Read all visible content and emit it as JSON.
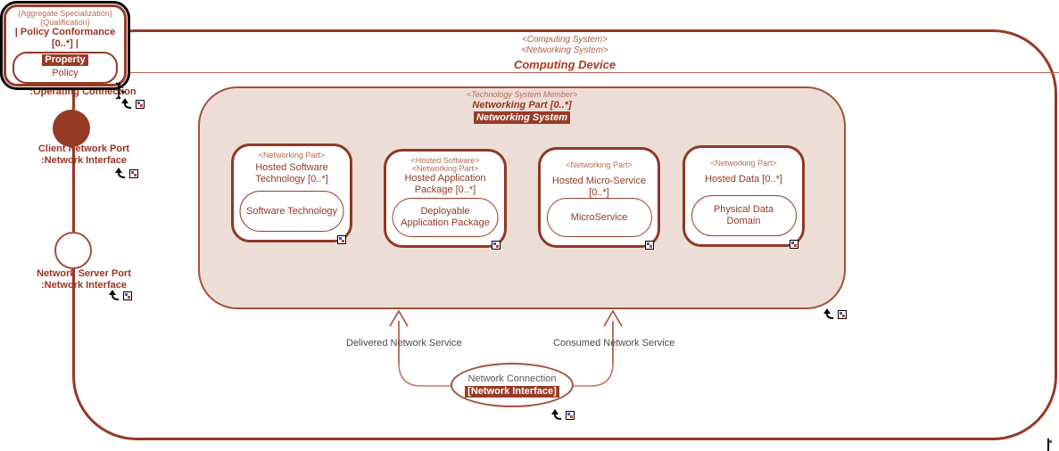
{
  "colors": {
    "border_dark_red": "#963a26",
    "text_dark_red": "#9a3422",
    "stereotype_red": "#b86c52",
    "highlight_bg": "#9a3a26",
    "container_fill": "#ecded6",
    "connector_line": "#c07a60",
    "gray_label": "#4a4a4a"
  },
  "property_box": {
    "stereotype1": "{Aggregate Specialization}",
    "stereotype2": "{Qualification}",
    "qualification": "| Policy Conformance [0..*] |",
    "highlight": "Property",
    "name": "Policy"
  },
  "operating_connection_label": ":Operating Connection",
  "ports": [
    {
      "name": "Client Network Port",
      "type": ":Network Interface",
      "kind": "filled"
    },
    {
      "name": "Network Server Port",
      "type": ":Network Interface",
      "kind": "open"
    }
  ],
  "computing_device": {
    "stereotype1": "<Computing System>",
    "stereotype2": "<Networking System>",
    "name": "Computing Device"
  },
  "networking_system": {
    "stereotype": "<Technology System Member>",
    "role": "Networking Part [0..*]",
    "name": "Networking System"
  },
  "parts": [
    {
      "stereotypes": [
        "<Networking Part>"
      ],
      "name": "Hosted Software Technology [0..*]",
      "inner": "Software Technology"
    },
    {
      "stereotypes": [
        "<Hosted Software>",
        "<Networking Part>"
      ],
      "name": "Hosted Application Package [0..*]",
      "inner": "Deployable Application Package"
    },
    {
      "stereotypes": [
        "<Networking Part>"
      ],
      "name": "Hosted Micro-Service [0..*]",
      "inner": "MicroService"
    },
    {
      "stereotypes": [
        "<Networking Part>"
      ],
      "name": "Hosted Data [0..*]",
      "inner": "Physical Data Domain"
    }
  ],
  "connection": {
    "name": "Network Connection",
    "highlight": "[Network Interface]",
    "left_label": "Delivered Network Service",
    "right_label": "Consumed Network Service"
  },
  "icons": {
    "goto_arrow": "bent-navigate-arrow",
    "marker_square": "dotted-square-badge",
    "text_cursor": "i-beam-cursor"
  }
}
